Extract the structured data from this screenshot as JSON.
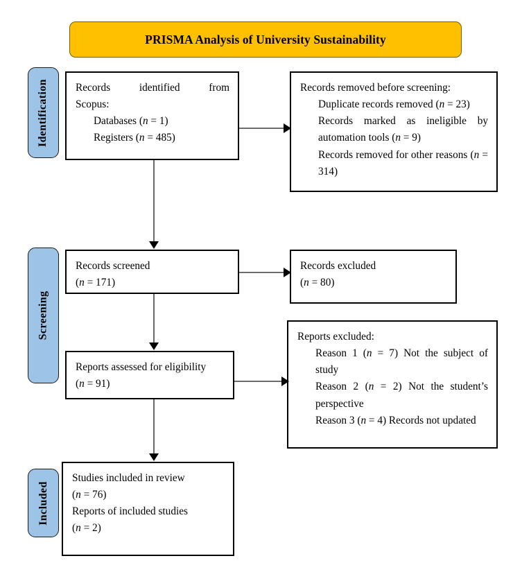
{
  "diagram": {
    "title": "PRISMA Analysis of University Sustainability",
    "title_bg_color": "#FFC000",
    "stage_tab_color": "#9DC3E6",
    "box_border_color": "#000000",
    "connector_color": "#6b6b6b"
  },
  "stages": {
    "identification": "Identification",
    "screening": "Screening",
    "included": "Included"
  },
  "boxes": {
    "records_identified": {
      "heading": "Records identified from Scopus:",
      "items": [
        {
          "label": "Databases (",
          "n": "n",
          "value": " = 1)"
        },
        {
          "label": "Registers (",
          "n": "n",
          "value": " = 485)"
        }
      ],
      "line_heading": "Records identified from Scopus:",
      "line_databases": "Databases (n = 1)",
      "line_registers": "Registers (n = 485)"
    },
    "records_removed": {
      "heading": "Records removed before screening:",
      "line_duplicate": "Duplicate records removed (n = 23)",
      "line_ineligible": "Records marked as ineligible by automation tools (n = 9)",
      "line_other": "Records removed for other reasons (n = 314)"
    },
    "records_screened": {
      "heading": "Records screened",
      "count": "(n = 171)"
    },
    "records_excluded": {
      "heading": "Records excluded",
      "count": "(n = 80)"
    },
    "reports_assessed": {
      "heading": "Reports assessed for eligibility",
      "count": "(n = 91)"
    },
    "reports_excluded": {
      "heading": "Reports excluded:",
      "line_reason1": "Reason 1 (n = 7) Not the subject of study",
      "line_reason2": "Reason 2 (n = 2) Not the student's perspective",
      "line_reason3": "Reason 3 (n = 4) Records not updated"
    },
    "studies_included": {
      "line_studies": "Studies included in review",
      "count_studies": "(n = 76)",
      "line_reports": "Reports of included studies",
      "count_reports": "(n = 2)"
    }
  },
  "text_fragments": {
    "records_identified_1": "Records",
    "records_identified_2": "identified",
    "records_identified_3": "from",
    "scopus": "Scopus:",
    "databases": "Databases (",
    "databases_tail": " = 1)",
    "registers": "Registers (",
    "registers_tail": " = 485)",
    "n": "n",
    "removed_heading": "Records removed before screening:",
    "duplicate": "Duplicate records removed (",
    "duplicate_tail": " = 23)",
    "ineligible": "Records marked as ineligible by automation tools (",
    "ineligible_tail": " = 9)",
    "other_reasons": "Records removed for other reasons (",
    "other_reasons_tail": " = 314)",
    "screened": "Records screened",
    "screened_open": "(",
    "screened_tail": " = 171)",
    "excluded": "Records excluded",
    "excluded_tail": " = 80)",
    "assessed": "Reports assessed for eligibility",
    "assessed_tail": " = 91)",
    "reports_excluded_heading": "Reports excluded:",
    "reason1_a": "Reason 1 (",
    "reason1_b": " = 7) Not the subject of study",
    "reason2_a": "Reason 2 (",
    "reason2_b": " = 2) Not the student’s perspective",
    "reason3_a": "Reason 3 (",
    "reason3_b": " = 4) Records not updated",
    "studies_included": "Studies included in review",
    "studies_tail": " = 76)",
    "reports_included": "Reports of included studies",
    "reports_tail": " = 2)"
  }
}
